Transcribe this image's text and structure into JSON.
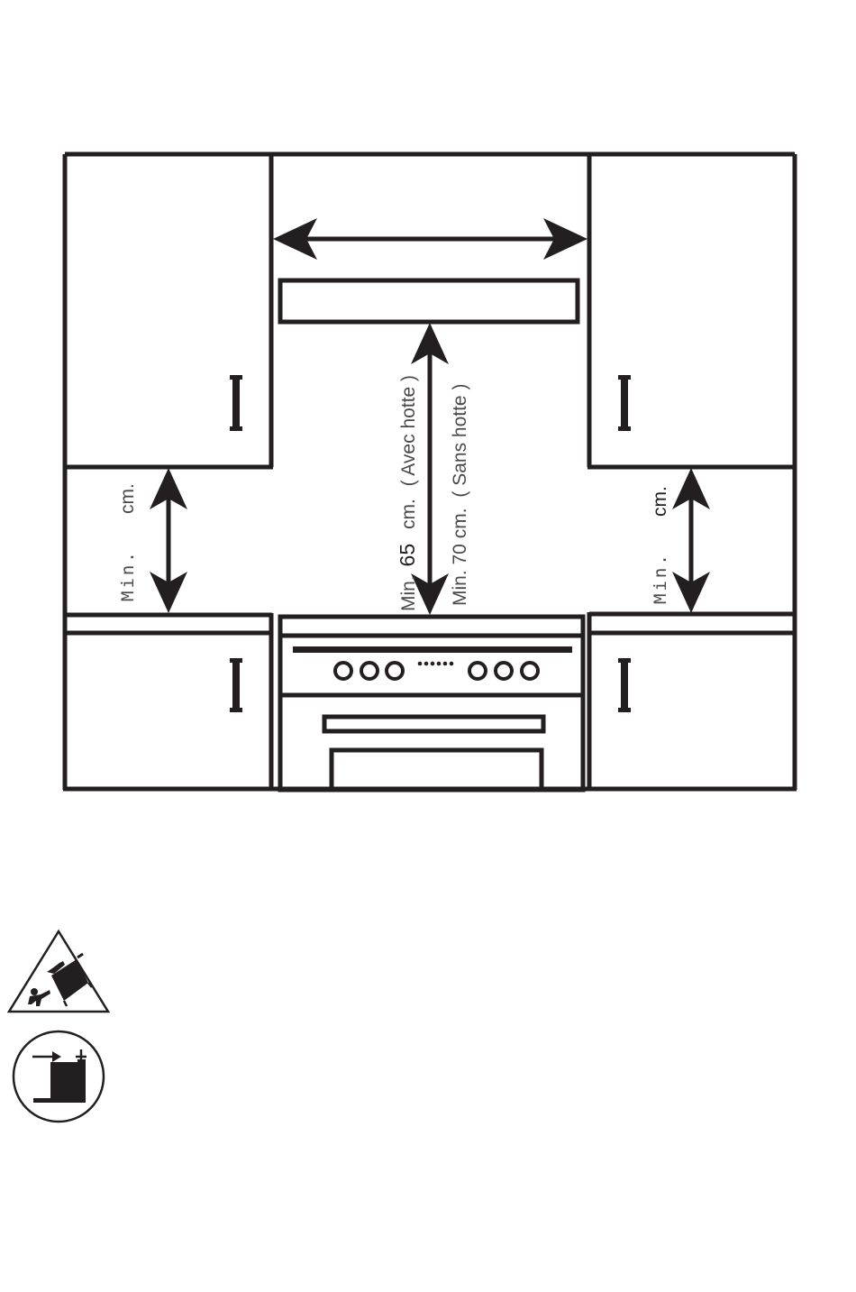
{
  "labels": {
    "center_hood_min": "Min.",
    "center_hood_value": "65",
    "center_hood_unit": "cm.",
    "center_hood_note": "( Avec hotte )",
    "center_nohood": "Min. 70 cm.",
    "center_nohood_note": "( Sans hotte )",
    "left_min": "Min.",
    "left_unit": "cm.",
    "right_min": "Min.",
    "right_unit": "cm."
  },
  "icons": {
    "warning": "tip-over-warning-icon",
    "instruction": "anti-tip-bracket-icon"
  },
  "colors": {
    "line": "#231f20",
    "text": "#4a4a4a"
  }
}
